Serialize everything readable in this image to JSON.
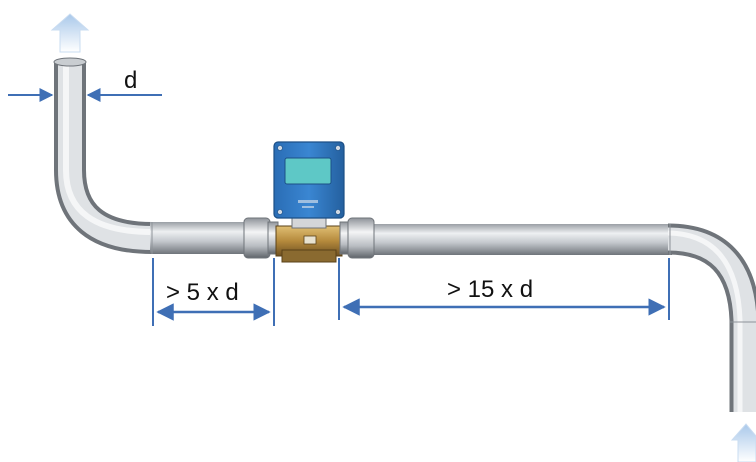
{
  "diagram": {
    "labels": {
      "diameter": "d",
      "upstream": "> 5 x d",
      "downstream": "> 15 x d"
    },
    "colors": {
      "pipe_light": "#e8eaec",
      "pipe_mid": "#b8bcc1",
      "pipe_dark": "#6f747a",
      "dimension_arrow": "#3f6fb5",
      "flow_arrow": "#b9d3ef",
      "meter_housing": "#2f78c4",
      "meter_display": "#5ec8c6",
      "brass": "#b58a3c"
    },
    "icons": {
      "flow_in": "arrow-up-icon",
      "flow_out": "arrow-up-icon",
      "meter": "flow-meter-icon"
    }
  }
}
